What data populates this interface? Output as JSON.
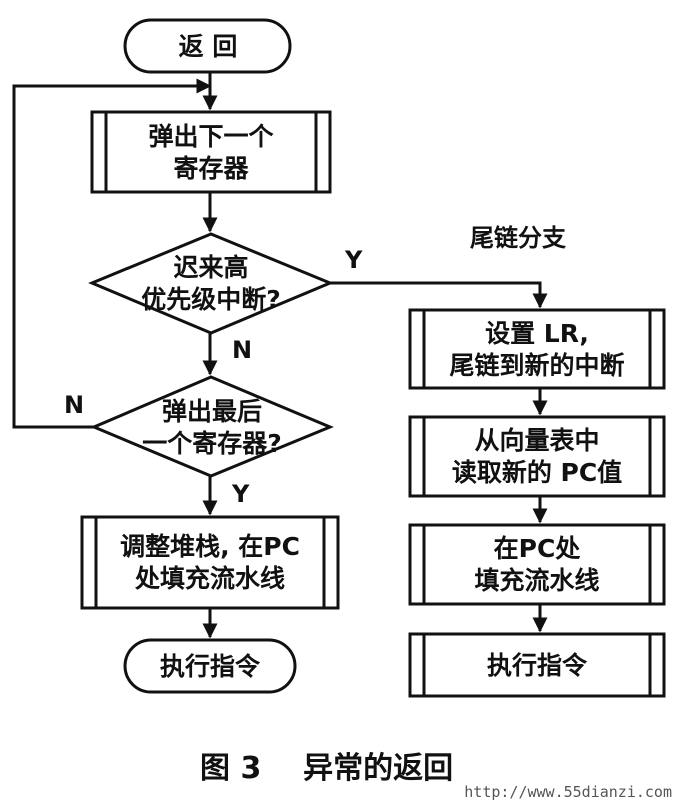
{
  "nodes": {
    "start": [
      "返  回"
    ],
    "pop_next": [
      "弹出下一个",
      "寄存器"
    ],
    "late_arrival": [
      "迟来高",
      "优先级中断?"
    ],
    "pop_last": [
      "弹出最后",
      "一个寄存器?"
    ],
    "adjust_stack": [
      "调整堆栈, 在PC",
      "处填充流水线"
    ],
    "exec_left": [
      "执行指令"
    ],
    "set_lr": [
      "设置 LR,",
      "尾链到新的中断"
    ],
    "read_vector": [
      "从向量表中",
      "读取新的 PC值"
    ],
    "fill_pipeline": [
      "在PC处",
      "填充流水线"
    ],
    "exec_right": [
      "执行指令"
    ]
  },
  "labels": {
    "tail_chain": "尾链分支",
    "y_late": "Y",
    "n_late": "N",
    "n_last": "N",
    "y_last": "Y"
  },
  "caption": "图 3    异常的返回",
  "watermark": "http://www.55dianzi.com"
}
